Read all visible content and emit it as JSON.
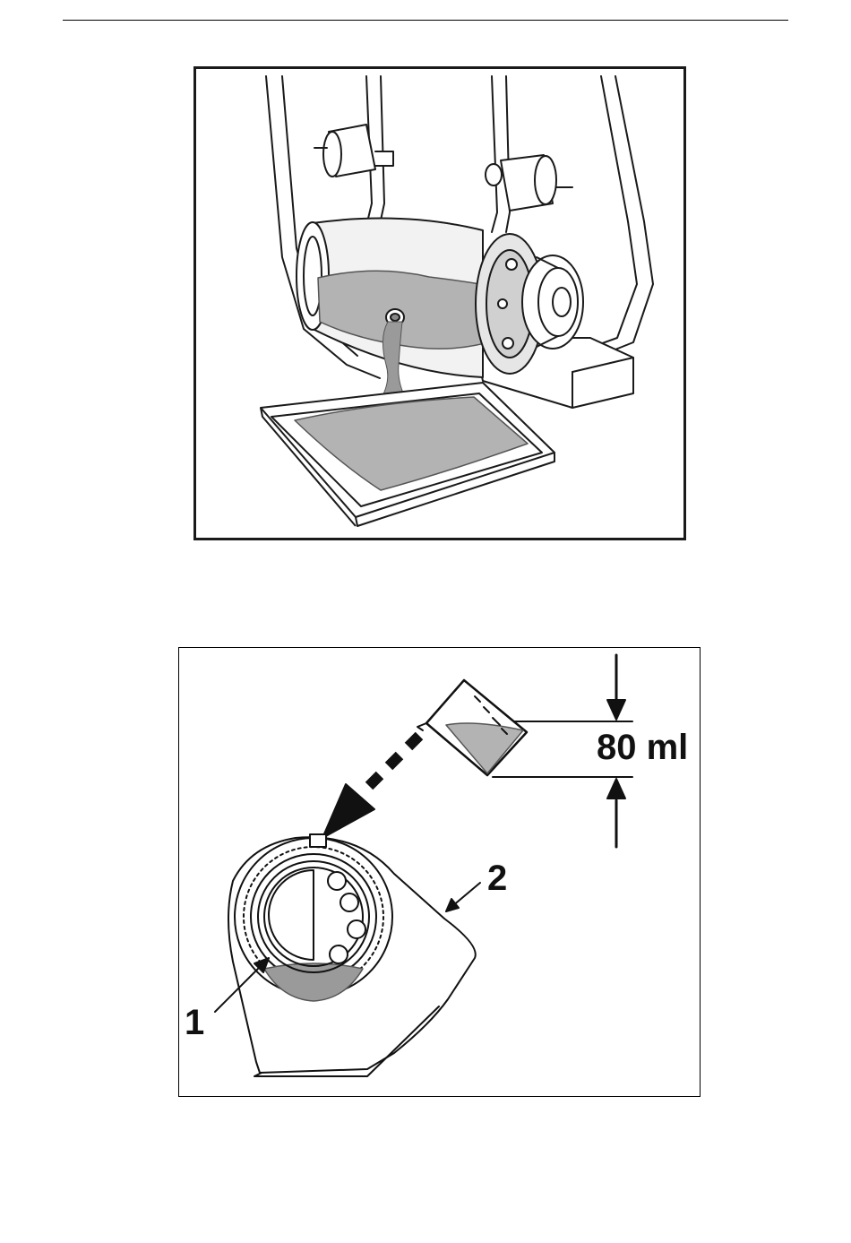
{
  "figure2": {
    "volume_label": "80 ml",
    "callout_1": "1",
    "callout_2": "2"
  },
  "colors": {
    "line": "#1a1a1a",
    "oil": "#b3b3b3",
    "paper": "#ffffff"
  }
}
